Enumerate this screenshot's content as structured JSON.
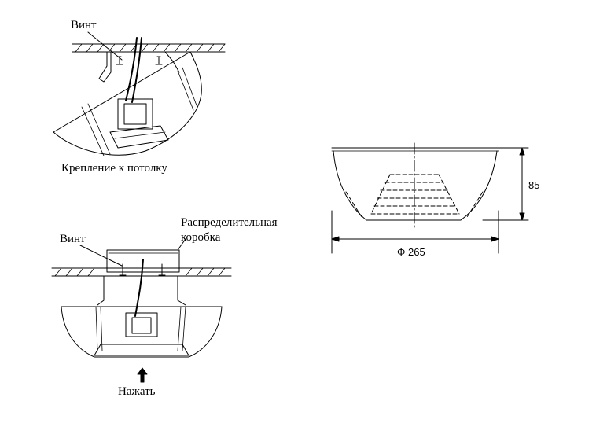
{
  "top_figure": {
    "screw_label": "Винт",
    "caption": "Крепление к потолку"
  },
  "bottom_figure": {
    "screw_label": "Винт",
    "box_label_line1": "Распределительная",
    "box_label_line2": "коробка",
    "push_label": "Нажать"
  },
  "dimensions": {
    "height": "85",
    "diameter": "Φ 265"
  },
  "colors": {
    "line": "#000000",
    "background": "#ffffff"
  }
}
